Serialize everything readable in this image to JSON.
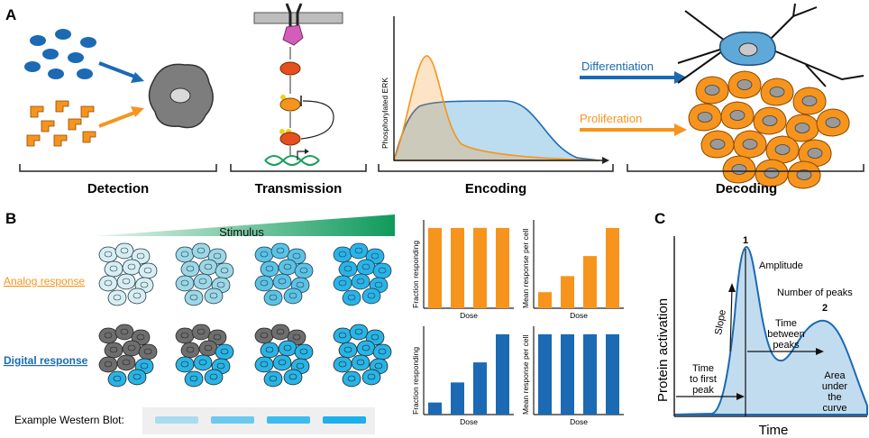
{
  "panels": {
    "a": "A",
    "b": "B",
    "c": "C"
  },
  "panel_a": {
    "phosphorylated_erk": "Phosphorylated ERK",
    "differentiation": "Differentiation",
    "proliferation": "Proliferation",
    "stages": [
      "Detection",
      "Transmission",
      "Encoding",
      "Decoding"
    ]
  },
  "panel_b": {
    "stimulus": "Stimulus",
    "analog_response": "Analog response",
    "digital_response": "Digital response",
    "example_western_blot": "Example Western Blot:",
    "charts": [
      {
        "ylabel": "Fraction responding",
        "xlabel": "Dose"
      },
      {
        "ylabel": "Mean response per cell",
        "xlabel": "Dose"
      },
      {
        "ylabel": "Fraction responding",
        "xlabel": "Dose"
      },
      {
        "ylabel": "Mean response per cell",
        "xlabel": "Dose"
      }
    ]
  },
  "panel_c": {
    "ylabel": "Protein activation",
    "xlabel": "Time",
    "peak1": "1",
    "peak2": "2",
    "amplitude": "Amplitude",
    "slope": "Slope",
    "number_of_peaks": "Number of peaks",
    "time_between_peaks": [
      "Time",
      "between",
      "peaks"
    ],
    "time_to_first_peak": [
      "Time",
      "to first",
      "peak"
    ],
    "area_under_curve": [
      "Area",
      "under",
      "the",
      "curve"
    ]
  },
  "colors": {
    "orange": "#f7941d",
    "blue": "#1b6ab3",
    "light_blue": "#bcdcf0",
    "cyan": "#28b4e6",
    "grey": "#777777",
    "green": "#1aa05a"
  },
  "chart_data": [
    {
      "type": "bar",
      "title": "",
      "xlabel": "Dose",
      "ylabel": "Fraction responding",
      "categories": [
        "",
        "",
        "",
        ""
      ],
      "values": [
        1.0,
        1.0,
        1.0,
        1.0
      ],
      "ylim": [
        0,
        1.1
      ],
      "color": "#f7941d"
    },
    {
      "type": "bar",
      "title": "",
      "xlabel": "Dose",
      "ylabel": "Mean response per cell",
      "categories": [
        "",
        "",
        "",
        ""
      ],
      "values": [
        0.2,
        0.4,
        0.65,
        1.0
      ],
      "ylim": [
        0,
        1.1
      ],
      "color": "#f7941d"
    },
    {
      "type": "bar",
      "title": "",
      "xlabel": "Dose",
      "ylabel": "Fraction responding",
      "categories": [
        "",
        "",
        "",
        ""
      ],
      "values": [
        0.15,
        0.4,
        0.65,
        1.0
      ],
      "ylim": [
        0,
        1.1
      ],
      "color": "#1b6ab3"
    },
    {
      "type": "bar",
      "title": "",
      "xlabel": "Dose",
      "ylabel": "Mean response per cell",
      "categories": [
        "",
        "",
        "",
        ""
      ],
      "values": [
        1.0,
        1.0,
        1.0,
        1.0
      ],
      "ylim": [
        0,
        1.1
      ],
      "color": "#1b6ab3"
    }
  ]
}
